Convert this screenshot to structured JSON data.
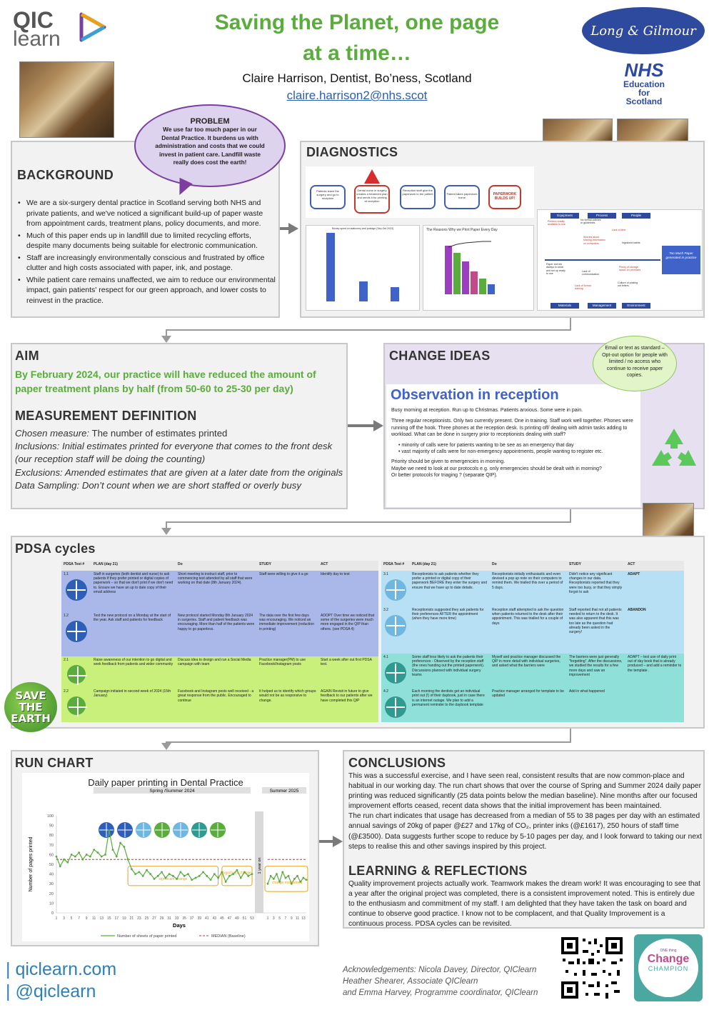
{
  "header": {
    "logo_text_1": "QIC",
    "logo_text_2": "learn",
    "title_line1": "Saving the Planet, one page",
    "title_line2": "at a time…",
    "author": "Claire Harrison, Dentist, Bo’ness, Scotland",
    "email": "claire.harrison2@nhs.scot",
    "partner_logo": "Long & Gilmour",
    "nhs": "NHS",
    "nhs_sub1": "Education",
    "nhs_sub2": "for",
    "nhs_sub3": "Scotland"
  },
  "problem": {
    "heading": "PROBLEM",
    "text": "We use far too much paper in our Dental Practice. It burdens us with administration and costs that we could invest in patient care. Landfill waste really does cost the earth!"
  },
  "background": {
    "heading": "BACKGROUND",
    "bullets": [
      "We are a six-surgery dental practice in Scotland serving both NHS and private patients, and we've noticed a significant build-up of paper waste from appointment cards, treatment plans, policy documents, and more.",
      "Much of this paper ends up in landfill due to limited recycling efforts, despite many documents being suitable for electronic communication.",
      "Staff are increasingly environmentally conscious and frustrated by office clutter and high costs associated with paper, ink, and postage.",
      "While patient care remains unaffected, we aim to reduce our environmental impact, gain patients' respect for our green approach, and lower costs to reinvest in the practice."
    ]
  },
  "diagnostics": {
    "heading": "DIAGNOSTICS",
    "process_steps": [
      "Patients leave the surgery and go to reception",
      "Dental nurse in surgery creates a treatment plan and sends it for printing at reception",
      "Reception staff give the paperwork to the patient",
      "Patient takes paperwork home",
      "PAPERWORK BUILDS UP!"
    ],
    "bar_title": "Money spent on stationery and postage (Sep-Oct 2023)",
    "pareto_title": "The Reasons Why we Print Paper Every Day",
    "fishbone": {
      "categories_top": [
        "Equipment",
        "Process",
        "People"
      ],
      "categories_bottom": [
        "Materials",
        "Management",
        "Environment"
      ],
      "causes": [
        "Printers readily available to use",
        "No formal policies or guidelines",
        "Worries about sharing information on computers",
        "Lack of time",
        "Ingrained habits",
        "Paper and ink always in stock and set up ready to use",
        "Lack of communication",
        "Lack of formal training",
        "Plenty of storage space on premises",
        "Culture of posting out letters"
      ],
      "effect": "Too Much Paper generated in practice"
    }
  },
  "aim": {
    "heading": "AIM",
    "text": "By February 2024, our practice will have reduced the amount of paper treatment plans by half (from 50-60 to 25-30 per day)"
  },
  "measurement": {
    "heading": "MEASUREMENT DEFINITION",
    "chosen_label": "Chosen measure:",
    "chosen_text": " The number of estimates printed",
    "inclusions": "Inclusions: Initial estimates printed for everyone that comes to the front desk (our reception staff will be doing the counting)",
    "exclusions": "Exclusions: Amended estimates that are given at a later date from the originals",
    "sampling": "Data Sampling: Don’t count when we are short staffed or overly busy"
  },
  "change_ideas": {
    "heading": "CHANGE IDEAS",
    "bubble": "Email or text as standard – Opt-out option for people with limited / no access who continue to receive paper copies.",
    "obs_title": "Observation in reception",
    "p1": "Busy morning at reception. Run up to Christmas. Patients anxious. Some were in pain.",
    "p2": "Three regular receptionists. Only two currently present. One in training. Staff work well together. Phones were running off the hook. Three phones at the reception desk. Is printing off/ dealing with admin tasks adding to workload. What can be done in surgery prior to receptionists dealing with staff?",
    "b1": "minority of calls were for patients wanting to be see as an emergency that day",
    "b2": "vast majority of calls were for non-emergency appointments, people wanting to register etc.",
    "p3": "Priority should be given to emergencies in morning.",
    "p4": "Maybe we need to look at our protocols e.g. only emergencies should be dealt with in morning?",
    "p5": "Or better protocols for triaging ? (separate QIP)."
  },
  "pdsa": {
    "heading": "PDSA cycles",
    "columns": [
      "PDSA Test #",
      "PLAN (day 21)",
      "Do",
      "STUDY",
      "ACT"
    ],
    "left_rows": [
      {
        "id": "1.1",
        "plan": "Staff in surgeries (both dentist and nurse) to ask patients if they prefer printed or digital copies of paperwork – so that we don't print if we don't need to. Ensure we have an up to date copy of their email address",
        "do": "Short meeting to instruct staff, prior to commencing test attended by all staff that were working on that date (8th January 2024).",
        "study": "Staff were willing to give it a go",
        "act": "Identify day to test"
      },
      {
        "id": "1.2",
        "plan": "Test the new protocol on a Monday at the start of the year. Ask staff and patients for feedback",
        "do": "New protocol started Monday 8th January 2024 in surgeries. Staff and patient feedback was encouraging. More than half of the patients were happy to go paperless.",
        "study": "The data over the first few days was encouraging. We noticed an immediate improvement (reduction in printing)",
        "act": "ADOPT Over time we noticed that some of the surgeries were much more engaged in the QIP than others. (see PDSA 4)"
      },
      {
        "id": "2.1",
        "plan": "Raise awareness of our intention to go digital and seek feedback from patients and wider community",
        "do": "Discuss idea to design and run a Social Media campaign with team",
        "study": "Practice manager(PM) to use Facebook/Instagram posts",
        "act": "Start a week after out first PDSA test."
      },
      {
        "id": "2.2",
        "plan": "Campaign initiated in second week of 2024 (15th January)",
        "do": "Facebook and Instagram posts well received - a great response from the public. Encouraged to continue",
        "study": "It helped us to identify which groups would not be as responsive to change.",
        "act": "AGAIN Revisit in future to give feedback to our patients after we have completed this QIP"
      }
    ],
    "right_rows": [
      {
        "id": "3.1",
        "plan": "Receptionists to ask patients whether they prefer a printed or digital copy of their paperwork BEFORE they enter the surgery and ensure that we have up to date details.",
        "do": "Receptionists initially enthusiastic and even devised a pop up note on their computers to remind them. We trialled this over a period of 5 days.",
        "study": "Didn't notice any significant changes in our data. Receptionists reported that they were too busy, or that they simply forgot to ask",
        "act": "ADAPT"
      },
      {
        "id": "3.2",
        "plan": "Receptionists suggested they ask patients for their preferences AFTER the appointment (when they have more time)",
        "do": "Reception staff attempted to ask the question when patients returned to the desk after their appointment. This was trialled for a couple of days",
        "study": "Staff reported that not all patients needed to return to the desk. It was also apparent that this was too late as the question had already been asked in the surgery!",
        "act": "ABANDON"
      },
      {
        "id": "4.1",
        "plan": "Some staff less likely to ask the patients their preferences - Observed by the reception staff (the ones handing out the printed paperwork). Discussions planned with individual surgery teams",
        "do": "Myself and practice manager discussed the QIP in more detail with individual surgeries, and asked what the barriers were",
        "study": "The barriers were just generally \"forgetting\". After the discussions, we studied the results for a few more days and saw an improvement",
        "act": "ADAPT – test use of daily print out of day book that is already produced – and add a reminder to the template ."
      },
      {
        "id": "4.2",
        "plan": "Each morning the dentists get an individual print out (!) of their daybook, just in case there is an internet outage. We plan to add a permanent reminder to the daybook template",
        "do": "Practice manager arranged for template to be updated",
        "study": "Add in what happened",
        "act": ""
      }
    ],
    "save_earth": "SAVE THE EARTH"
  },
  "run_chart": {
    "heading": "RUN CHART",
    "title": "Daily paper printing in Dental Practice",
    "ylabel": "Number of pages printed",
    "xlabel": "Days",
    "period1": "Spring /Summer 2024",
    "period2": "Summer 2025",
    "gap_label": "1 year on",
    "ann1": "significant change",
    "ann2": "significant change",
    "ann3": "change maintained",
    "legend1": "Number of sheets of paper printed",
    "legend2": "MEDIAN (Baseline)",
    "yticks": [
      "0",
      "10",
      "20",
      "30",
      "40",
      "50",
      "60",
      "70",
      "80",
      "90",
      "100"
    ],
    "xticks1": [
      "1",
      "3",
      "5",
      "7",
      "9",
      "11",
      "13",
      "15",
      "17",
      "19",
      "21",
      "23",
      "25",
      "27",
      "29",
      "31",
      "33",
      "35",
      "37",
      "39",
      "41",
      "43",
      "45",
      "47",
      "49",
      "51",
      "53"
    ],
    "xticks2": [
      "1",
      "3",
      "5",
      "7",
      "9",
      "11",
      "13"
    ]
  },
  "chart_data": {
    "type": "line",
    "title": "Daily paper printing in Dental Practice",
    "xlabel": "Days",
    "ylabel": "Number of pages printed",
    "ylim": [
      0,
      100
    ],
    "median_baseline": 55,
    "series": [
      {
        "name": "Number of sheets of paper printed",
        "period": "Spring /Summer 2024",
        "x": [
          1,
          2,
          3,
          4,
          5,
          6,
          7,
          8,
          9,
          10,
          11,
          12,
          13,
          14,
          15,
          16,
          17,
          18,
          19,
          20,
          21,
          22,
          23,
          24,
          25,
          26,
          27,
          28,
          29,
          30,
          31,
          32,
          33,
          34,
          35,
          36,
          37,
          38,
          39,
          40,
          41,
          42,
          43,
          44,
          45,
          46,
          47,
          48,
          49,
          50,
          51,
          52,
          53
        ],
        "values": [
          58,
          48,
          55,
          52,
          60,
          58,
          62,
          55,
          60,
          58,
          65,
          62,
          58,
          60,
          85,
          65,
          58,
          72,
          68,
          55,
          45,
          40,
          42,
          38,
          44,
          40,
          35,
          38,
          42,
          36,
          40,
          38,
          35,
          42,
          38,
          40,
          34,
          36,
          38,
          42,
          38,
          34,
          40,
          36,
          42,
          32,
          38,
          40,
          44,
          36,
          42,
          38,
          40
        ]
      },
      {
        "name": "Number of sheets of paper printed",
        "period": "Summer 2025",
        "x": [
          1,
          2,
          3,
          4,
          5,
          6,
          7,
          8,
          9,
          10,
          11,
          12,
          13,
          14
        ],
        "values": [
          30,
          38,
          35,
          40,
          32,
          42,
          36,
          38,
          30,
          35,
          38,
          32,
          36,
          34
        ]
      }
    ]
  },
  "conclusions": {
    "heading": "CONCLUSIONS",
    "p1": "This was a successful exercise, and I have seen real, consistent results that are now common-place and habitual in our working day. The run chart shows that over the course of Spring and Summer 2024 daily paper printing was reduced significantly (25 data points below the median baseline). Nine months after our focused improvement efforts ceased, recent data shows that the initial improvement has been maintained.",
    "p2": "The run chart indicates that usage has decreased from a median of 55 to 38 pages per day with an estimated annual savings of 20kg of paper @£27 and 17kg of CO₂, printer inks (@£1617), 250 hours of staff time (@£3500). Data suggests further scope to reduce by 5-10 pages per day, and I look forward to taking our next steps to realise this and other savings inspired by this project."
  },
  "learning": {
    "heading": "LEARNING & REFLECTIONS",
    "text": "Quality improvement projects actually work. Teamwork makes the dream work! It was encouraging to see that a year after the original project was completed, there is a consistent improvement noted. This is entirely due to the enthusiasm and commitment of my staff. I am delighted that they have taken the task on board and continue to observe good practice. I know not to be complacent, and that Quality Improvement is a continuous process. PDSA cycles can be revisited."
  },
  "footer": {
    "site": "| qiclearn.com",
    "handle": "| @qiclearn",
    "ack1": "Acknowledgements: Nicola Davey, Director,  QIClearn",
    "ack2": "Heather Shearer, Associate QIClearn",
    "ack3": "and Emma Harvey, Programme coordinator, QIClearn",
    "badge_top": "ONE thing",
    "badge_main": "Change",
    "badge_sub": "CHAMPION"
  },
  "colors": {
    "title_green": "#5aac3c",
    "panel_bg": "#f2f2f2",
    "change_bg": "#e4ddf0",
    "pdsa_blue": "#a9b8e8",
    "pdsa_green": "#c9f07a",
    "pdsa_lightblue": "#b8e0f5",
    "pdsa_teal": "#8fe0d8",
    "chart_green": "#5aac3c",
    "median_red": "#c0392b"
  }
}
